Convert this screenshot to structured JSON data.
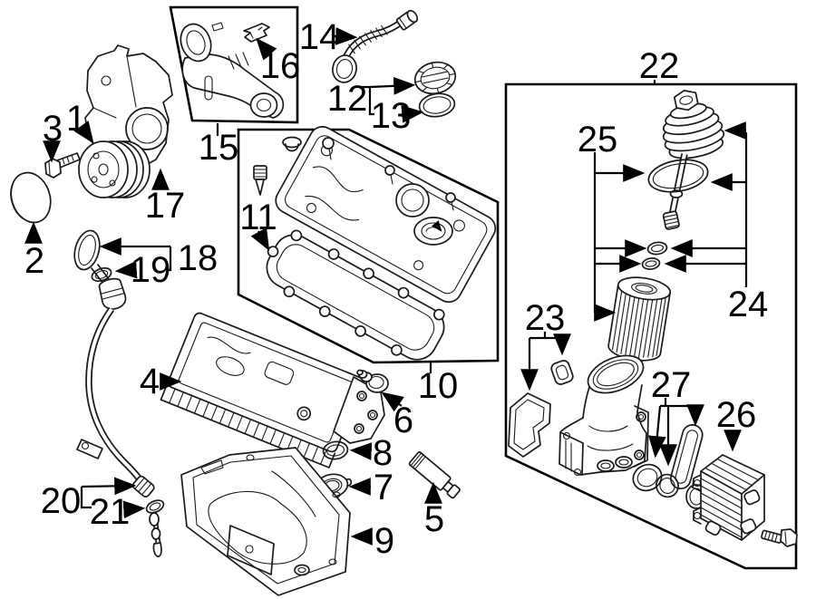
{
  "diagram_type": "exploded-parts-diagram",
  "colors": {
    "background": "#ffffff",
    "line": "#000000",
    "label": "#000000"
  },
  "callouts": [
    {
      "id": 1,
      "label": "1"
    },
    {
      "id": 2,
      "label": "2"
    },
    {
      "id": 3,
      "label": "3"
    },
    {
      "id": 4,
      "label": "4"
    },
    {
      "id": 5,
      "label": "5"
    },
    {
      "id": 6,
      "label": "6"
    },
    {
      "id": 7,
      "label": "7"
    },
    {
      "id": 8,
      "label": "8"
    },
    {
      "id": 9,
      "label": "9"
    },
    {
      "id": 10,
      "label": "10"
    },
    {
      "id": 11,
      "label": "11"
    },
    {
      "id": 12,
      "label": "12"
    },
    {
      "id": 13,
      "label": "13"
    },
    {
      "id": 14,
      "label": "14"
    },
    {
      "id": 15,
      "label": "15"
    },
    {
      "id": 16,
      "label": "16"
    },
    {
      "id": 17,
      "label": "17"
    },
    {
      "id": 18,
      "label": "18"
    },
    {
      "id": 19,
      "label": "19"
    },
    {
      "id": 20,
      "label": "20"
    },
    {
      "id": 21,
      "label": "21"
    },
    {
      "id": 22,
      "label": "22"
    },
    {
      "id": 23,
      "label": "23"
    },
    {
      "id": 24,
      "label": "24"
    },
    {
      "id": 25,
      "label": "25"
    },
    {
      "id": 26,
      "label": "26"
    },
    {
      "id": 27,
      "label": "27"
    }
  ]
}
